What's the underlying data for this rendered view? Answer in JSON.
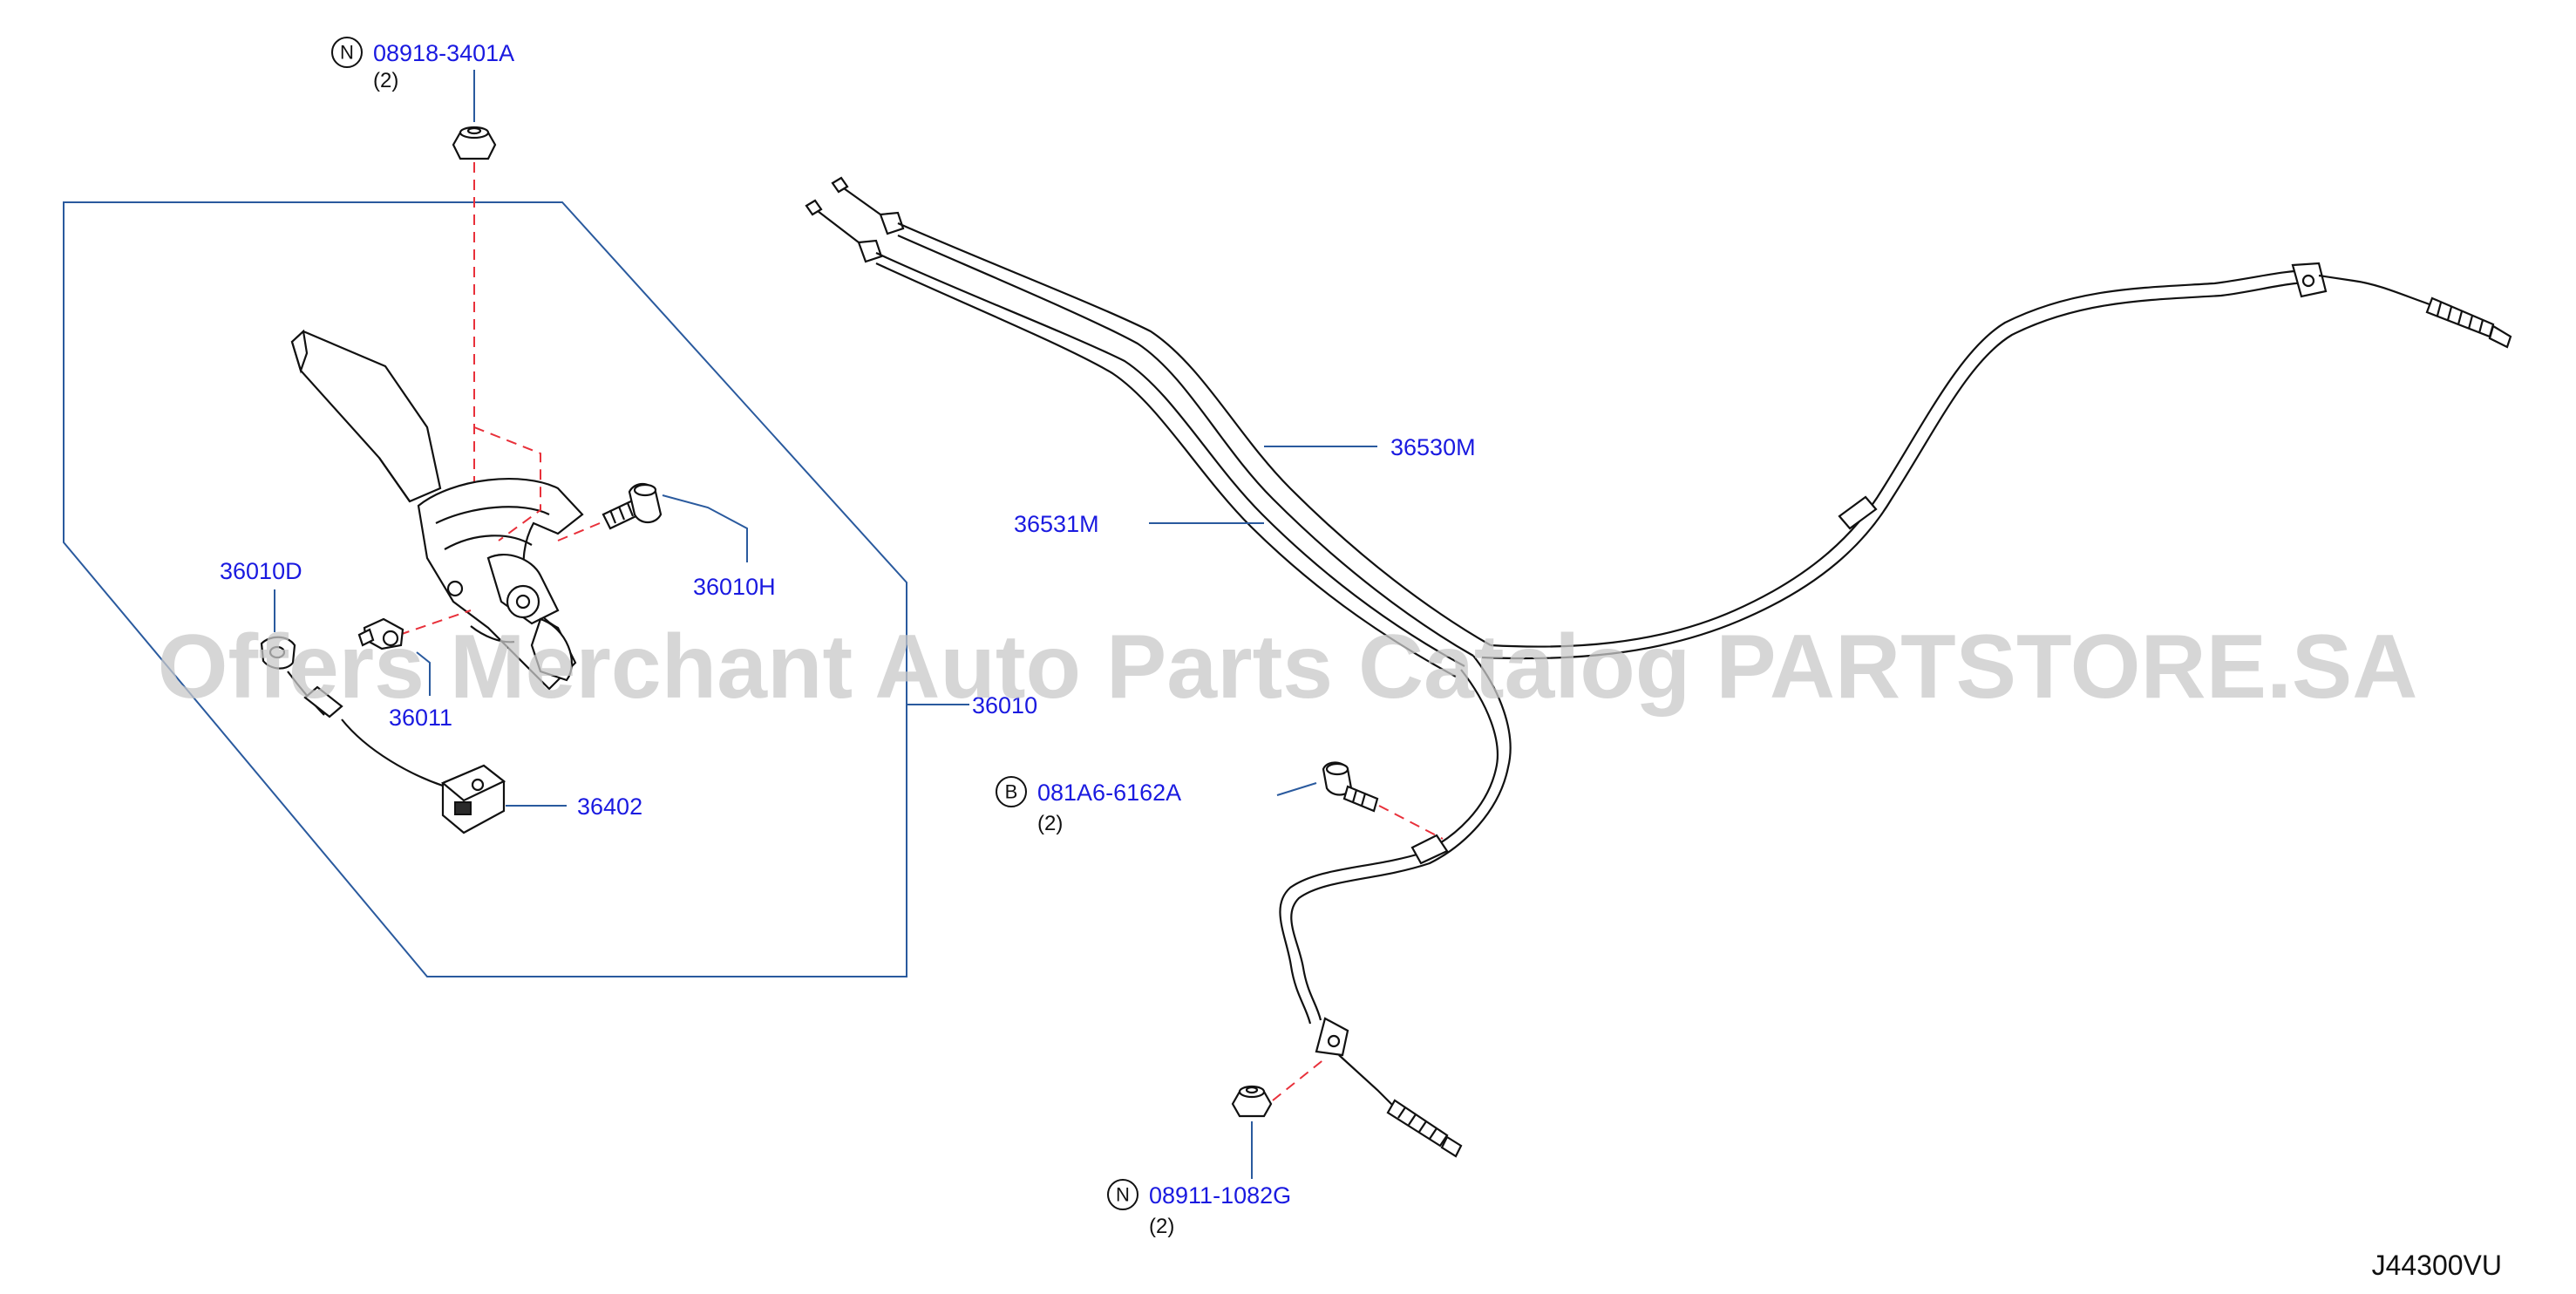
{
  "diagram": {
    "id_code": "J44300VU",
    "watermark": "Offers Merchant Auto Parts Catalog PARTSTORE.SA",
    "parts": {
      "nut_top": {
        "badge": "N",
        "number": "08918-3401A",
        "qty": "(2)"
      },
      "lever_assembly": {
        "number": "36010"
      },
      "lever_bolt": {
        "number": "36010H"
      },
      "lever_pad": {
        "number": "36010D"
      },
      "lever_clip": {
        "number": "36011"
      },
      "switch": {
        "number": "36402"
      },
      "cable_rear": {
        "number": "36530M"
      },
      "cable_front": {
        "number": "36531M"
      },
      "bolt": {
        "badge": "B",
        "number": "081A6-6162A",
        "qty": "(2)"
      },
      "nut_bottom": {
        "badge": "N",
        "number": "08911-1082G",
        "qty": "(2)"
      }
    }
  }
}
